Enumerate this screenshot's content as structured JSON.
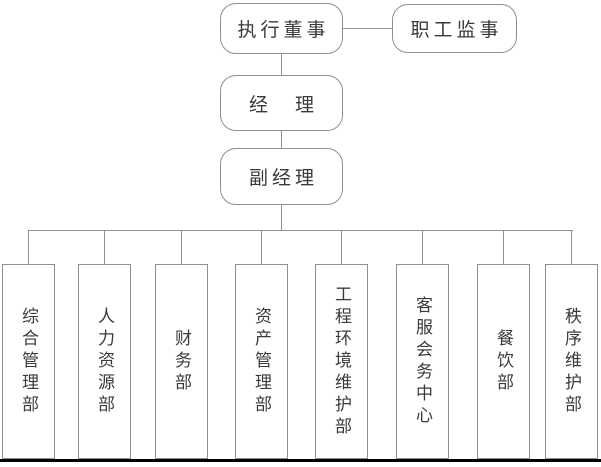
{
  "diagram": {
    "type": "org-chart",
    "nodes": {
      "executive_director": {
        "label": "执行董事"
      },
      "staff_supervisor": {
        "label": "职工监事"
      },
      "manager": {
        "label": "经　理"
      },
      "deputy_manager": {
        "label": "副经理"
      },
      "departments": [
        {
          "label": "综合管理部"
        },
        {
          "label": "人力资源部"
        },
        {
          "label": "财务部"
        },
        {
          "label": "资产管理部"
        },
        {
          "label": "工程环境维护部"
        },
        {
          "label": "客服会务中心"
        },
        {
          "label": "餐饮部"
        },
        {
          "label": "秩序维护部"
        }
      ]
    },
    "edges": [
      "执行董事 — 职工监事",
      "执行董事 — 经理",
      "经理 — 副经理",
      "副经理 — 各部门(8)"
    ],
    "colors": {
      "line": "#909090",
      "border": "#8f8f8f",
      "text": "#3a3a3a",
      "background": "#ffffff",
      "bottom_rule": "#000000"
    }
  }
}
